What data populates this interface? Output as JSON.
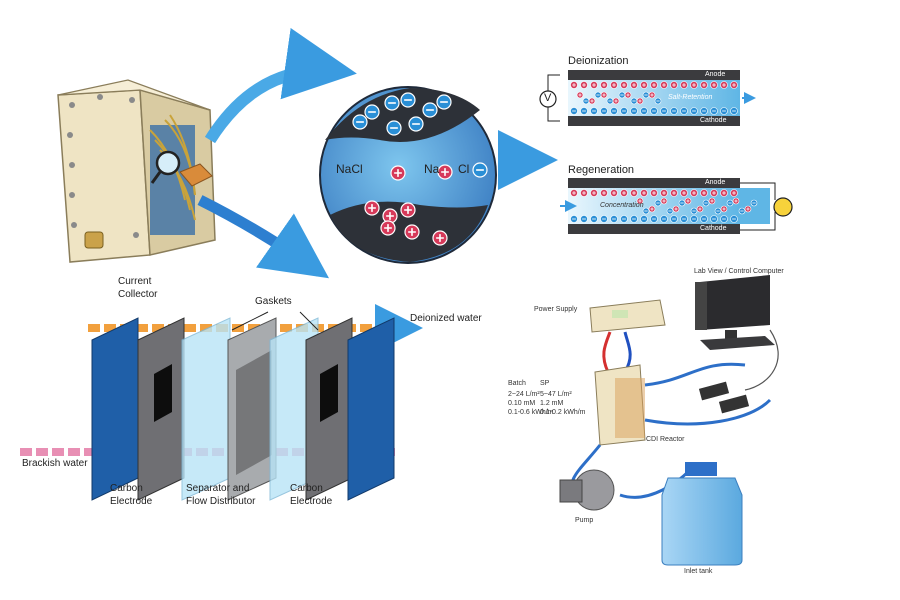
{
  "ion_sphere": {
    "left_label": "NaCl",
    "right_label_na": "Na",
    "right_label_cl": "Cl"
  },
  "deionization": {
    "title": "Deionization",
    "anode": "Anode",
    "cathode": "Cathode",
    "inner_label": "Salt-Retention",
    "voltage": "V"
  },
  "regeneration": {
    "title": "Regeneration",
    "anode": "Anode",
    "cathode": "Cathode",
    "inner_label": "Concentration"
  },
  "stack": {
    "current_collector": "Current\nCollector",
    "gaskets": "Gaskets",
    "deionized_water": "Deionized water",
    "brackish_water": "Brackish water",
    "carbon_electrode_left": "Carbon\nElectrode",
    "separator": "Separator and\nFlow Distributor",
    "carbon_electrode_right": "Carbon\nElectrode"
  },
  "setup": {
    "computer": "Lab View / Control Computer",
    "power_supply": "Power Supply",
    "batch_title": "Batch",
    "batch_values": "2~24 L/m²\n0.10 mM\n0.1-0.6 kWh/m",
    "sp_title": "SP",
    "sp_values": "5~47 L/m²\n1.2 mM\n0.1-0.2 kWh/m",
    "cdi_reactor": "CDI Reactor",
    "pump": "Pump",
    "inlet_tank": "Inlet tank"
  },
  "colors": {
    "cation": "#d63a5a",
    "anion": "#2a8fd6",
    "electrode": "#3b3b3e",
    "water": "#7fd3f0",
    "arrow": "#3a9be0",
    "feed_arrow": "#f2a03d",
    "brackish_arrow": "#e88fb4"
  }
}
